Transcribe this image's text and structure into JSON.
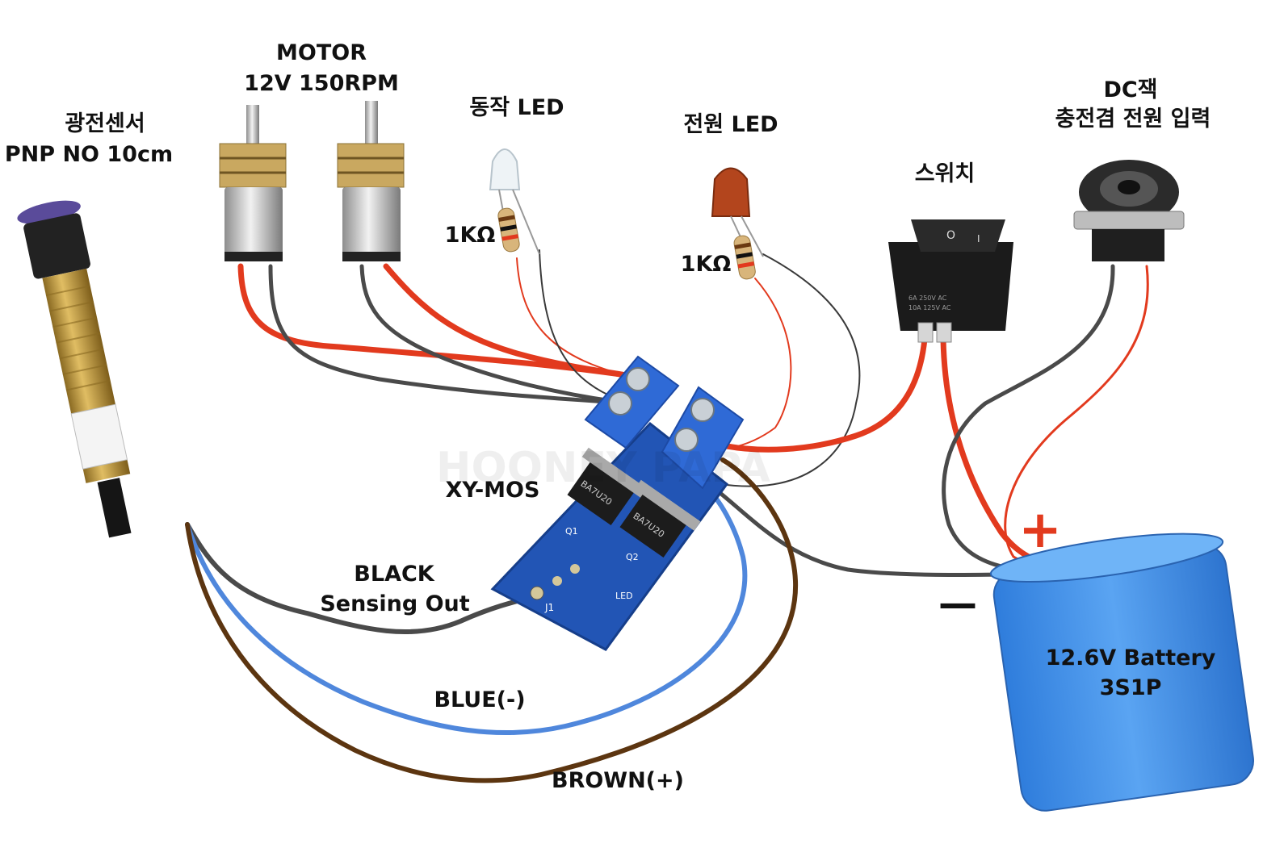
{
  "labels": {
    "sensor_name": "광전센서",
    "sensor_spec": "PNP NO 10cm",
    "motor_title": "MOTOR",
    "motor_spec": "12V 150RPM",
    "run_led": "동작 LED",
    "power_led": "전원 LED",
    "resistor_1": "1KΩ",
    "resistor_2": "1KΩ",
    "switch": "스위치",
    "dc_jack_1": "DC잭",
    "dc_jack_2": "충전겸 전원 입력",
    "module": "XY-MOS",
    "black_wire_1": "BLACK",
    "black_wire_2": "Sensing Out",
    "blue_wire": "BLUE(-)",
    "brown_wire": "BROWN(+)",
    "battery_1": "12.6V Battery",
    "battery_2": "3S1P",
    "plus": "+",
    "minus": "—"
  },
  "component_markings": {
    "switch_rating_1": "6A 250V AC",
    "switch_rating_2": "10A 125V AC",
    "switch_on": "I",
    "switch_off": "O",
    "mosfet_1": "BA7U20",
    "mosfet_2": "BA7U20",
    "board_q1": "Q1",
    "board_q2": "Q2",
    "board_j1": "J1",
    "board_led": "LED",
    "sensor_brown": "Brown",
    "sensor_black": "Black",
    "sensor_blue": "Blue",
    "watermark": "HOONEY PAPA"
  },
  "colors": {
    "wire_red": "#e23a1e",
    "wire_black": "#4a4a4a",
    "wire_blue": "#4f87dc",
    "wire_brown": "#5c3510",
    "board_blue": "#2255b5",
    "terminal_blue": "#2f6ad6",
    "battery_blue": "#3f8ee8",
    "sensor_gold": "#c49a3c"
  }
}
